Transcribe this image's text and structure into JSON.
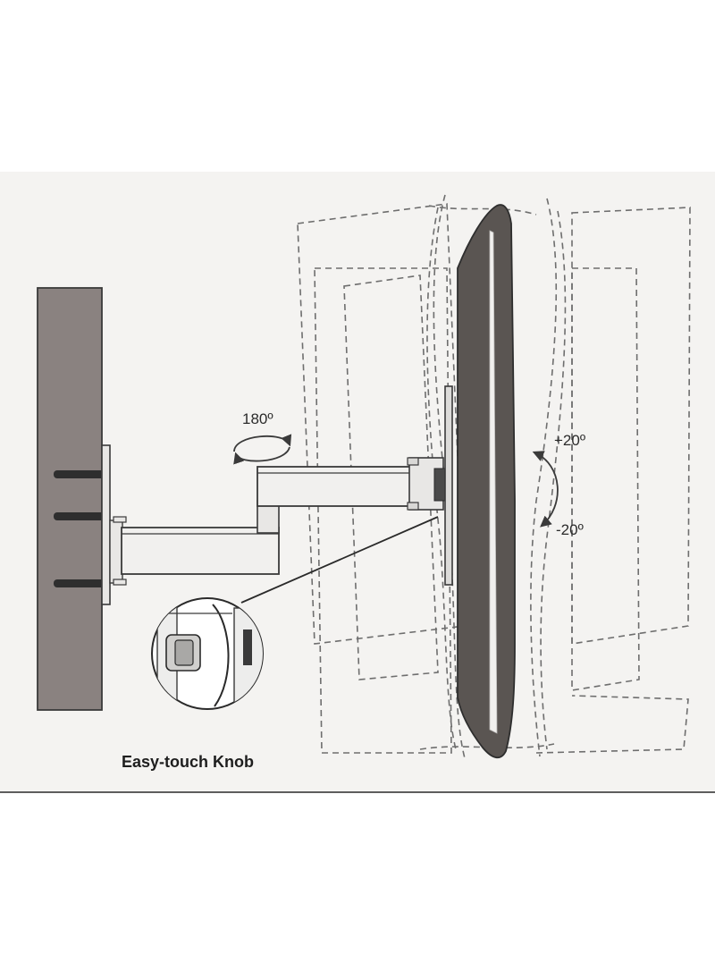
{
  "labels": {
    "swivel_angle": "180º",
    "tilt_up": "+20º",
    "tilt_down": "-20º",
    "knob_caption": "Easy-touch Knob"
  },
  "colors": {
    "page_background": "#ffffff",
    "panel_background": "#f4f3f1",
    "wall": "#8a8280",
    "tv_panel": "#5a5552",
    "outline": "#3a3a3a",
    "dashed_outline": "#6e6e6e",
    "label_text": "#2b2b2b"
  },
  "icons": {
    "swivel": "rotate-180-arrow-icon",
    "tilt": "tilt-arc-arrow-icon",
    "knob": "knob-magnifier-icon"
  }
}
